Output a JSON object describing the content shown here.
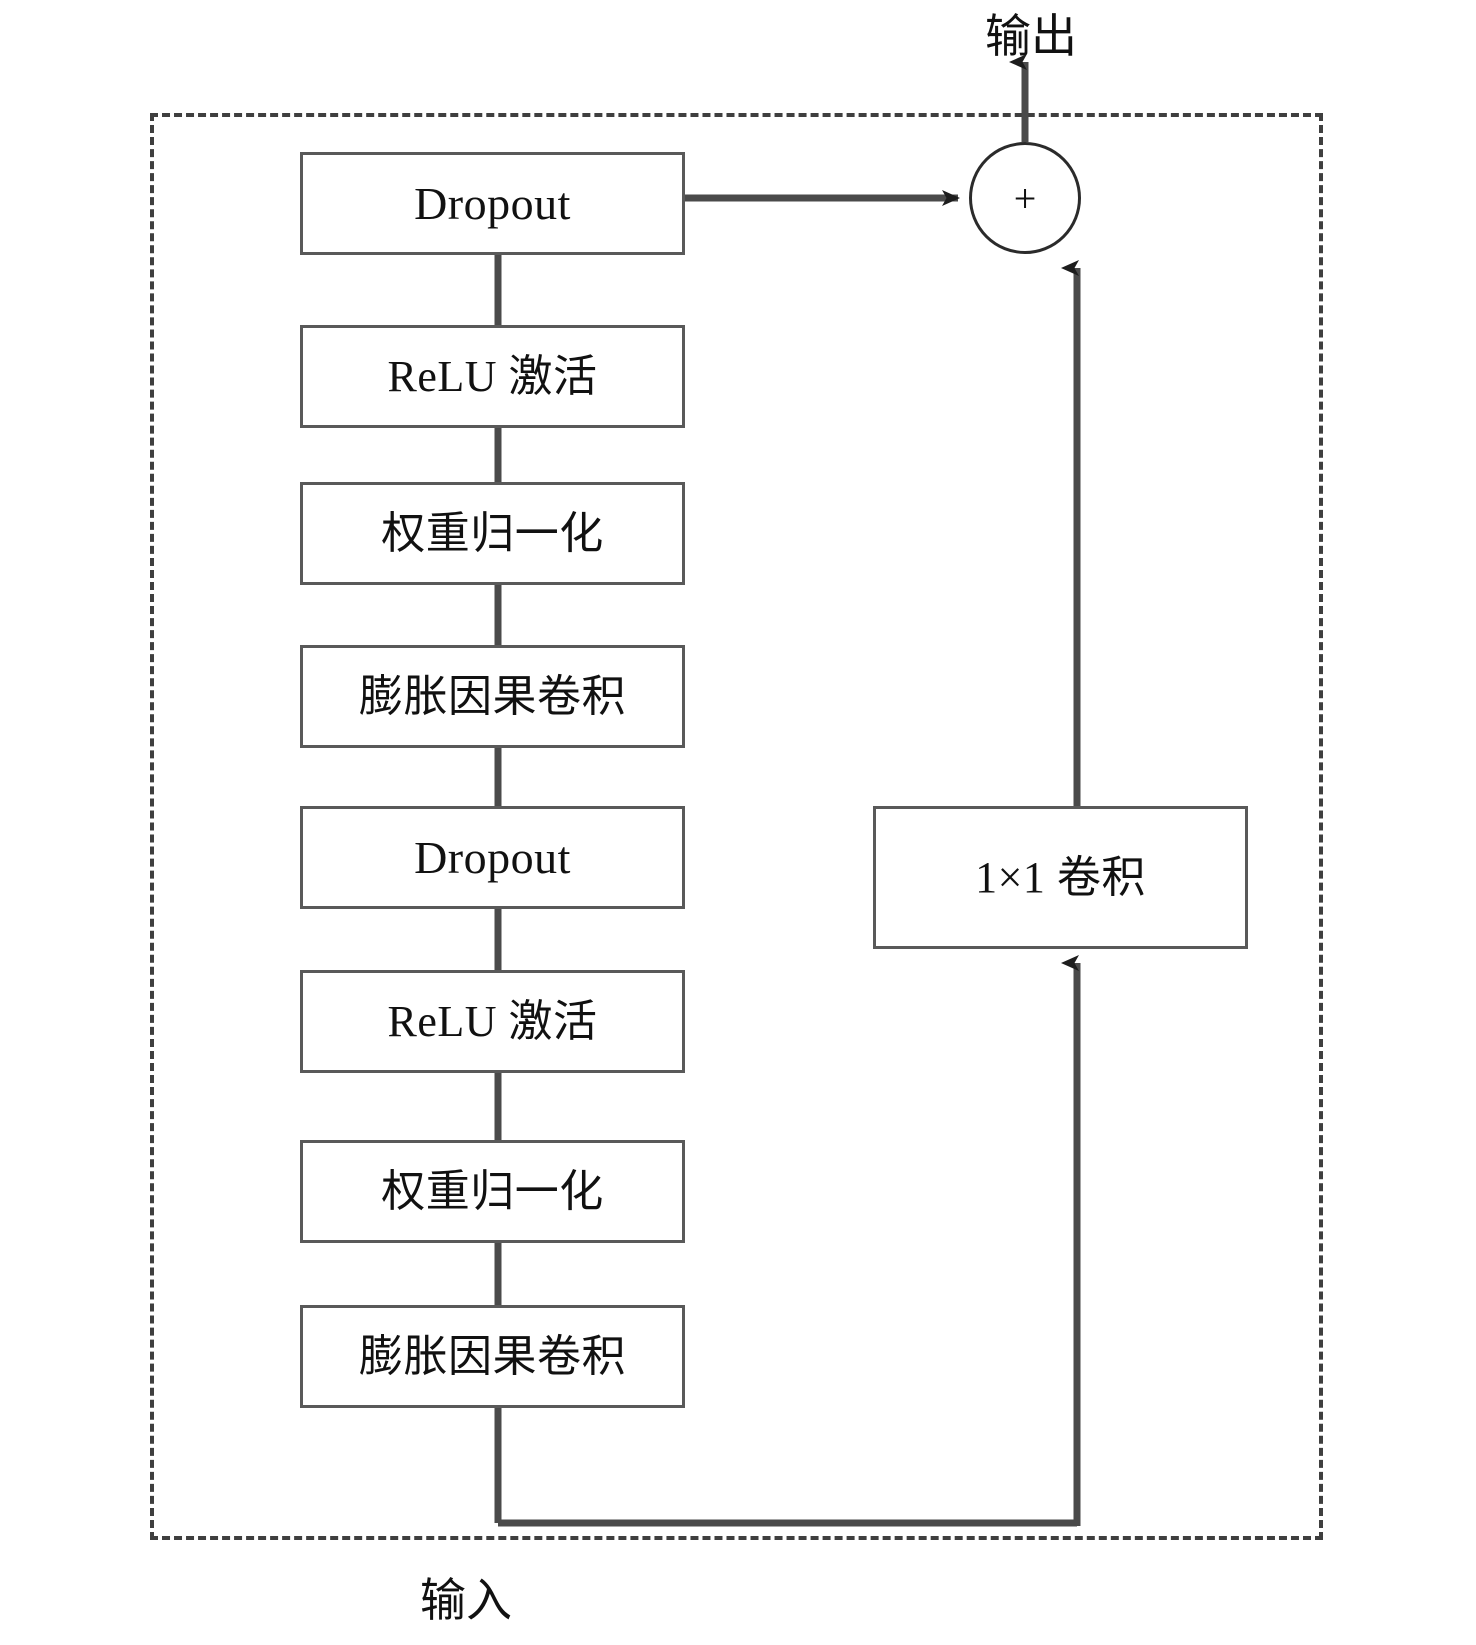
{
  "diagram": {
    "title_top": "输出",
    "title_bottom": "输入",
    "sum_symbol": "+",
    "colors": {
      "box_border": "#595959",
      "dashed_border": "#3f3f3f",
      "wire": "#4a4a4a",
      "text": "#111111",
      "background": "#ffffff"
    },
    "main_path": [
      {
        "id": "dropout-2",
        "label": "Dropout",
        "script": "latin"
      },
      {
        "id": "relu-2",
        "label": "ReLU 激活",
        "script": "mixed"
      },
      {
        "id": "weightnorm-2",
        "label": "权重归一化",
        "script": "cjk"
      },
      {
        "id": "dilatedconv-2",
        "label": "膨胀因果卷积",
        "script": "cjk"
      },
      {
        "id": "dropout-1",
        "label": "Dropout",
        "script": "latin"
      },
      {
        "id": "relu-1",
        "label": "ReLU 激活",
        "script": "mixed"
      },
      {
        "id": "weightnorm-1",
        "label": "权重归一化",
        "script": "cjk"
      },
      {
        "id": "dilatedconv-1",
        "label": "膨胀因果卷积",
        "script": "cjk"
      }
    ],
    "residual_path": [
      {
        "id": "conv1x1",
        "label": "1×1 卷积",
        "script": "mixed"
      }
    ]
  }
}
